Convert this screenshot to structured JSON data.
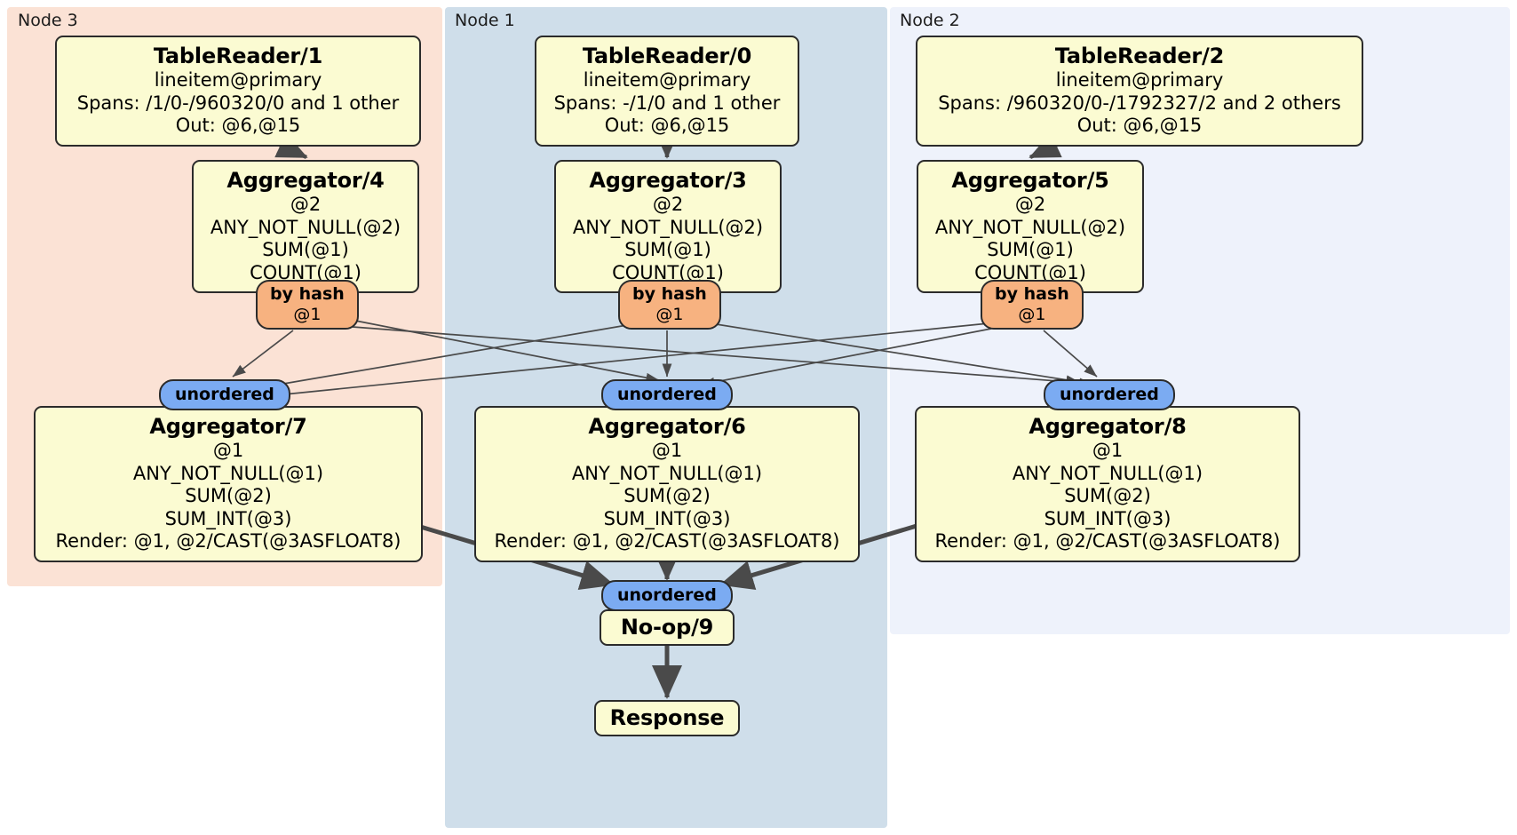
{
  "diagram": {
    "type": "distributed-query-plan",
    "regions": [
      {
        "id": "node3",
        "label": "Node 3",
        "color": "#fbe2d5"
      },
      {
        "id": "node1",
        "label": "Node 1",
        "color": "#cfdeea"
      },
      {
        "id": "node2",
        "label": "Node 2",
        "color": "#eef2fb"
      }
    ],
    "processors": [
      {
        "id": "tablereader1",
        "title": "TableReader/1",
        "lines": [
          "lineitem@primary",
          "Spans: /1/0-/960320/0 and 1 other",
          "Out: @6,@15"
        ]
      },
      {
        "id": "tablereader0",
        "title": "TableReader/0",
        "lines": [
          "lineitem@primary",
          "Spans: -/1/0 and 1 other",
          "Out: @6,@15"
        ]
      },
      {
        "id": "tablereader2",
        "title": "TableReader/2",
        "lines": [
          "lineitem@primary",
          "Spans: /960320/0-/1792327/2 and 2 others",
          "Out: @6,@15"
        ]
      },
      {
        "id": "aggregator4",
        "title": "Aggregator/4",
        "lines": [
          "@2",
          "ANY_NOT_NULL(@2)",
          "SUM(@1)",
          "COUNT(@1)"
        ]
      },
      {
        "id": "aggregator3",
        "title": "Aggregator/3",
        "lines": [
          "@2",
          "ANY_NOT_NULL(@2)",
          "SUM(@1)",
          "COUNT(@1)"
        ]
      },
      {
        "id": "aggregator5",
        "title": "Aggregator/5",
        "lines": [
          "@2",
          "ANY_NOT_NULL(@2)",
          "SUM(@1)",
          "COUNT(@1)"
        ]
      },
      {
        "id": "aggregator7",
        "title": "Aggregator/7",
        "lines": [
          "@1",
          "ANY_NOT_NULL(@1)",
          "SUM(@2)",
          "SUM_INT(@3)",
          "Render: @1, @2/CAST(@3ASFLOAT8)"
        ]
      },
      {
        "id": "aggregator6",
        "title": "Aggregator/6",
        "lines": [
          "@1",
          "ANY_NOT_NULL(@1)",
          "SUM(@2)",
          "SUM_INT(@3)",
          "Render: @1, @2/CAST(@3ASFLOAT8)"
        ]
      },
      {
        "id": "aggregator8",
        "title": "Aggregator/8",
        "lines": [
          "@1",
          "ANY_NOT_NULL(@1)",
          "SUM(@2)",
          "SUM_INT(@3)",
          "Render: @1, @2/CAST(@3ASFLOAT8)"
        ]
      },
      {
        "id": "noop9",
        "title": "No-op/9",
        "lines": []
      },
      {
        "id": "response",
        "title": "Response",
        "lines": []
      }
    ],
    "routers": [
      {
        "id": "byhash4",
        "label": "by hash",
        "sub": "@1",
        "color": "#f7b280"
      },
      {
        "id": "byhash3",
        "label": "by hash",
        "sub": "@1",
        "color": "#f7b280"
      },
      {
        "id": "byhash5",
        "label": "by hash",
        "sub": "@1",
        "color": "#f7b280"
      }
    ],
    "synchronizers": [
      {
        "id": "unordered7",
        "label": "unordered",
        "color": "#7babf2"
      },
      {
        "id": "unordered6",
        "label": "unordered",
        "color": "#7babf2"
      },
      {
        "id": "unordered8",
        "label": "unordered",
        "color": "#7babf2"
      },
      {
        "id": "unordered9",
        "label": "unordered",
        "color": "#7babf2"
      }
    ],
    "colors": {
      "box_fill": "#fbfbd2",
      "box_stroke": "#2b2b2b",
      "router_fill": "#f7b280",
      "sync_fill": "#7babf2",
      "edge": "#4a4a4a"
    }
  }
}
